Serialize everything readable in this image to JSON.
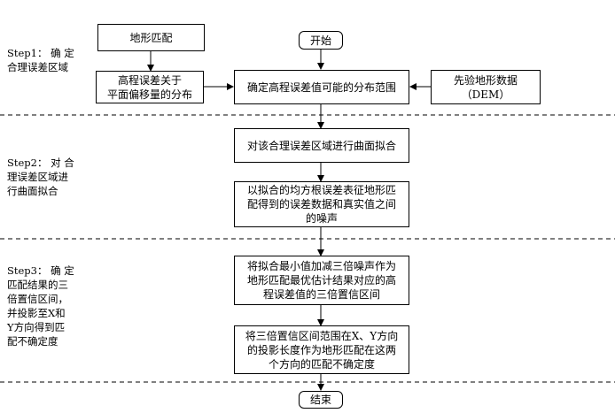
{
  "steps": [
    {
      "label": "Step1： 确 定\n合理误差区域"
    },
    {
      "label": "Step2： 对 合\n理误差区域进\n行曲面拟合"
    },
    {
      "label": "Step3： 确 定\n匹配结果的三\n倍置信区间，\n并投影至X和\nY方向得到匹\n配不确定度"
    }
  ],
  "nodes": {
    "terrain_matching": "地形匹配",
    "start": "开始",
    "error_distribution": "高程误差关于\n平面偏移量的分布",
    "determine_range": "确定高程误差值可能的分布范围",
    "prior_dem": "先验地形数据\n（DEM）",
    "surface_fitting": "对该合理误差区域进行曲面拟合",
    "rmse_noise": "以拟合的均方根误差表征地形匹\n配得到的误差数据和真实值之间\n的噪声",
    "confidence_interval": "将拟合最小值加减三倍噪声作为\n地形匹配最优估计结果对应的高\n程误差值的三倍置信区间",
    "projection": "将三倍置信区间范围在X、Y方向\n的投影长度作为地形匹配在这两\n个方向的匹配不确定度",
    "end": "结束"
  }
}
